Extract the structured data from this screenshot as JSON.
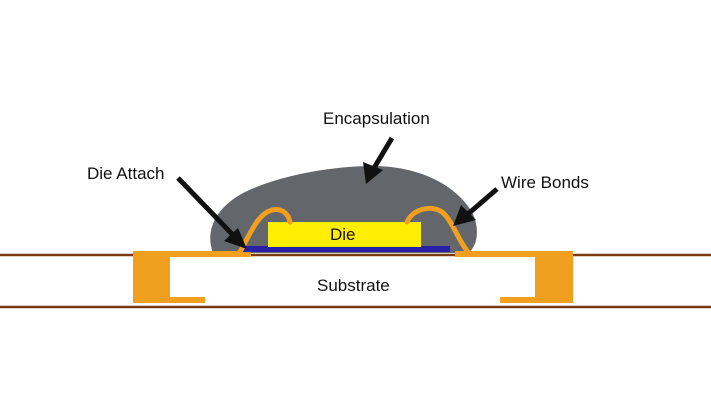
{
  "labels": {
    "encapsulation": "Encapsulation",
    "die_attach": "Die Attach",
    "wire_bonds": "Wire Bonds",
    "die": "Die",
    "substrate": "Substrate"
  },
  "colors": {
    "background": "#ffffff",
    "encapsulation": "#63666b",
    "die": "#ffee00",
    "die_attach": "#2a1fa8",
    "metal": "#f0a01e",
    "substrate_line": "#7a3a10",
    "arrow": "#111111"
  }
}
